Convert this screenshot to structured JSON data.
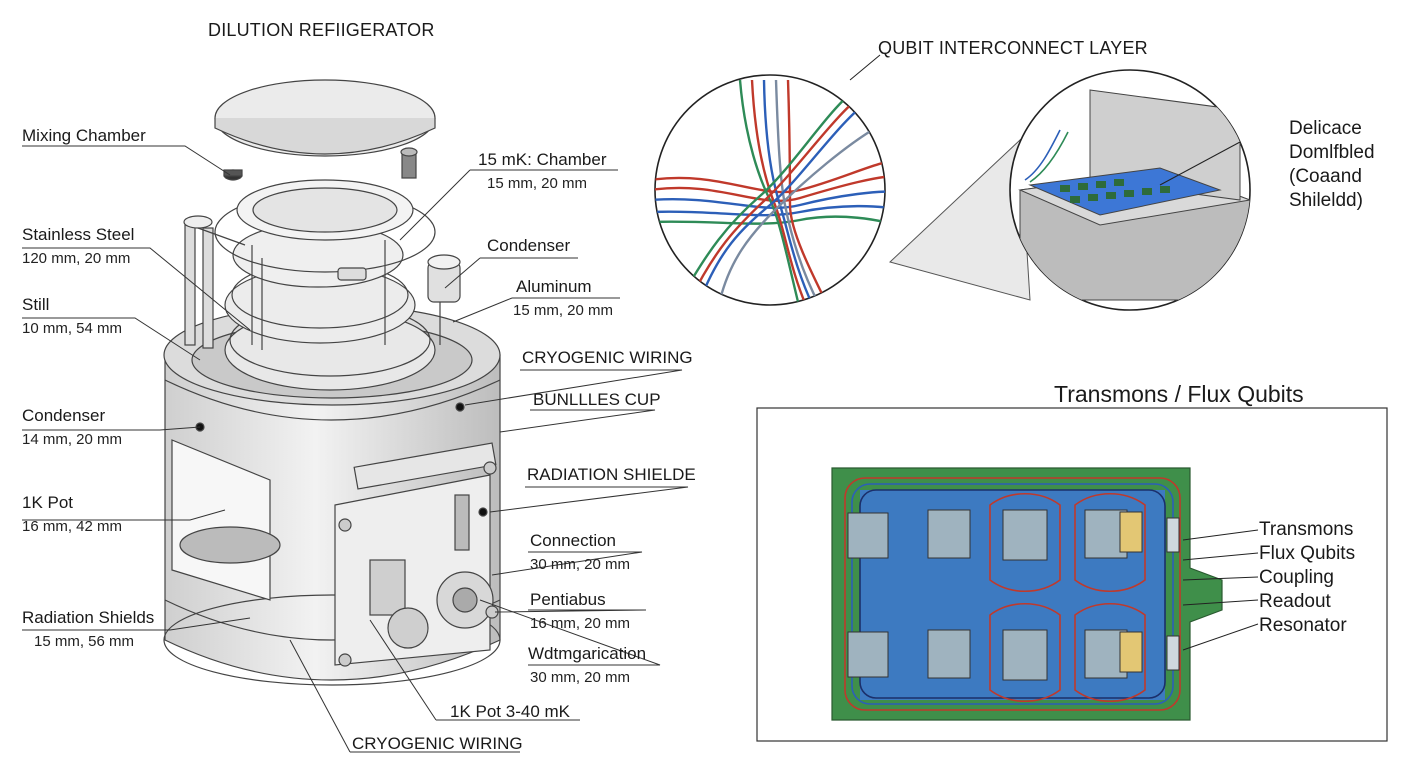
{
  "titles": {
    "dilution": "DILUTION REFIIGERATOR",
    "interconnect": "QUBIT INTERCONNECT LAYER",
    "transmons": "Transmons / Flux Qubits"
  },
  "left_labels": [
    {
      "name": "Mixing Chamber",
      "dims": ""
    },
    {
      "name": "Stainless Steel",
      "dims": "120 mm, 20 mm"
    },
    {
      "name": "Still",
      "dims": "10 mm, 54 mm"
    },
    {
      "name": "Condenser",
      "dims": "14 mm, 20 mm"
    },
    {
      "name": "1K Pot",
      "dims": "16 mm, 42 mm"
    },
    {
      "name": "Radiation Shields",
      "dims": "15 mm, 56 mm"
    }
  ],
  "right_labels": [
    {
      "name": "15 mK: Chamber",
      "dims": "15 mm, 20 mm"
    },
    {
      "name": "Condenser",
      "dims": ""
    },
    {
      "name": "Aluminum",
      "dims": "15 mm, 20 mm"
    },
    {
      "name": "CRYOGENIC WIRING",
      "dims": ""
    },
    {
      "name": "BUNLLLES CUP",
      "dims": ""
    },
    {
      "name": "RADIATION SHIELDE",
      "dims": ""
    },
    {
      "name": "Connection",
      "dims": "30 mm, 20 mm"
    },
    {
      "name": "Pentiabus",
      "dims": "16 mm, 20 mm"
    },
    {
      "name": "Wdtmgarication",
      "dims": "30 mm, 20 mm"
    }
  ],
  "bottom_labels": {
    "pot": "1K Pot 3-40 mK",
    "wiring": "CRYOGENIC WIRING"
  },
  "delicate_label": [
    "Delicace",
    "Domlfbled",
    "(Coaand",
    "Shileldd)"
  ],
  "chip_labels": [
    "Transmons",
    "Flux Qubits",
    "Coupling",
    "Readout",
    "Resonator"
  ],
  "colors": {
    "pcb_green": "#3f8f4a",
    "pcb_blue": "#3d77d6",
    "wire_red": "#c0392b",
    "wire_blue": "#2c5fb8",
    "wire_green": "#2e8b57",
    "metal": "#e2e2e2"
  }
}
